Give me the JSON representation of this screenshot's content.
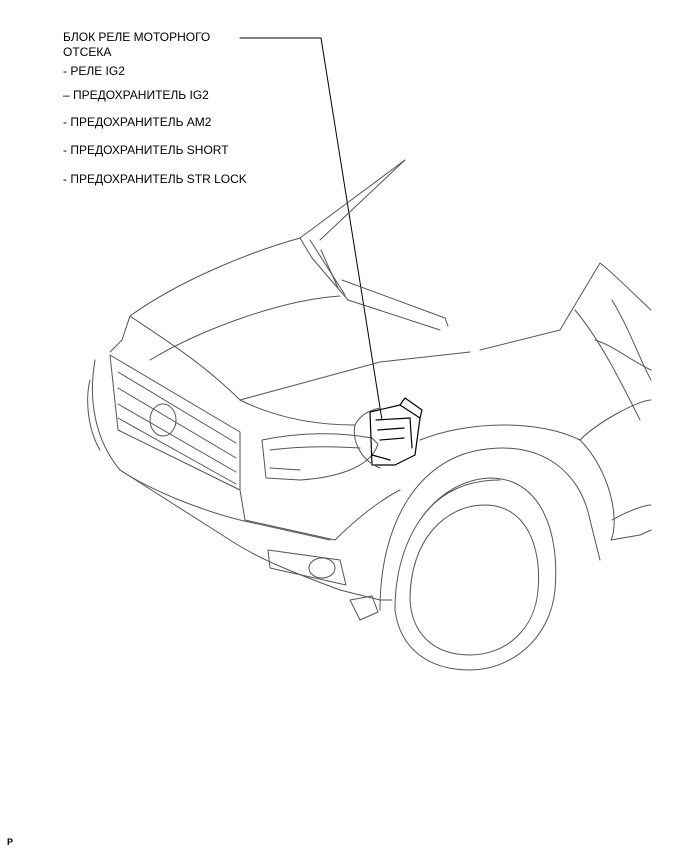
{
  "callout": {
    "title_line1": "БЛОК РЕЛЕ МОТОРНОГО",
    "title_line2": "ОТСЕКА",
    "items": [
      "- РЕЛЕ IG2",
      "– ПРЕДОХРАНИТЕЛЬ IG2",
      "- ПРЕДОХРАНИТЕЛЬ AM2",
      "- ПРЕДОХРАНИТЕЛЬ SHORT",
      "- ПРЕДОХРАНИТЕЛЬ STR LOCK"
    ]
  },
  "page_mark": "P",
  "colors": {
    "line": "#000000",
    "background": "#ffffff",
    "drawing_stroke": "#555555"
  }
}
